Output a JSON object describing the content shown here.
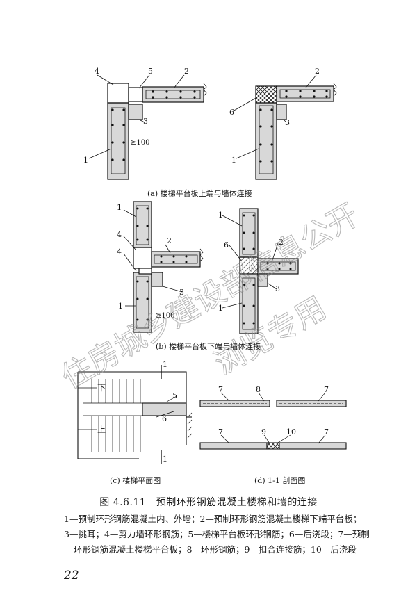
{
  "subcaptions": {
    "a": "(a) 楼梯平台板上端与墙体连接",
    "b": "(b) 楼梯平台板下端与墙体连接",
    "c": "(c) 楼梯平面图",
    "d": "(d) 1-1 剖面图"
  },
  "labels": {
    "n1": "1",
    "n2": "2",
    "n3": "3",
    "n4": "4",
    "n5": "5",
    "n6": "6",
    "n7": "7",
    "n8": "8",
    "n9": "9",
    "n10": "10",
    "dim100": "≥100",
    "section": "1",
    "down": "下",
    "up": "上"
  },
  "caption": "图 4.6.11　预制环形钢筋混凝土楼梯和墙的连接",
  "legend_lines": [
    "1—预制环形钢筋混凝土内、外墙；2—预制环形钢筋混凝土楼梯下端平台板；",
    "3—挑耳；4—剪力墙环形钢筋；5—楼梯平台板环形钢筋；6—后浇段；7—预制",
    "环形钢筋混凝土楼梯平台板；8—环形钢筋；9—扣合连接筋；10—后浇段"
  ],
  "page_number": "22",
  "watermark": {
    "line1": "住房城乡建设部信息公开",
    "line2": "浏览专用"
  }
}
